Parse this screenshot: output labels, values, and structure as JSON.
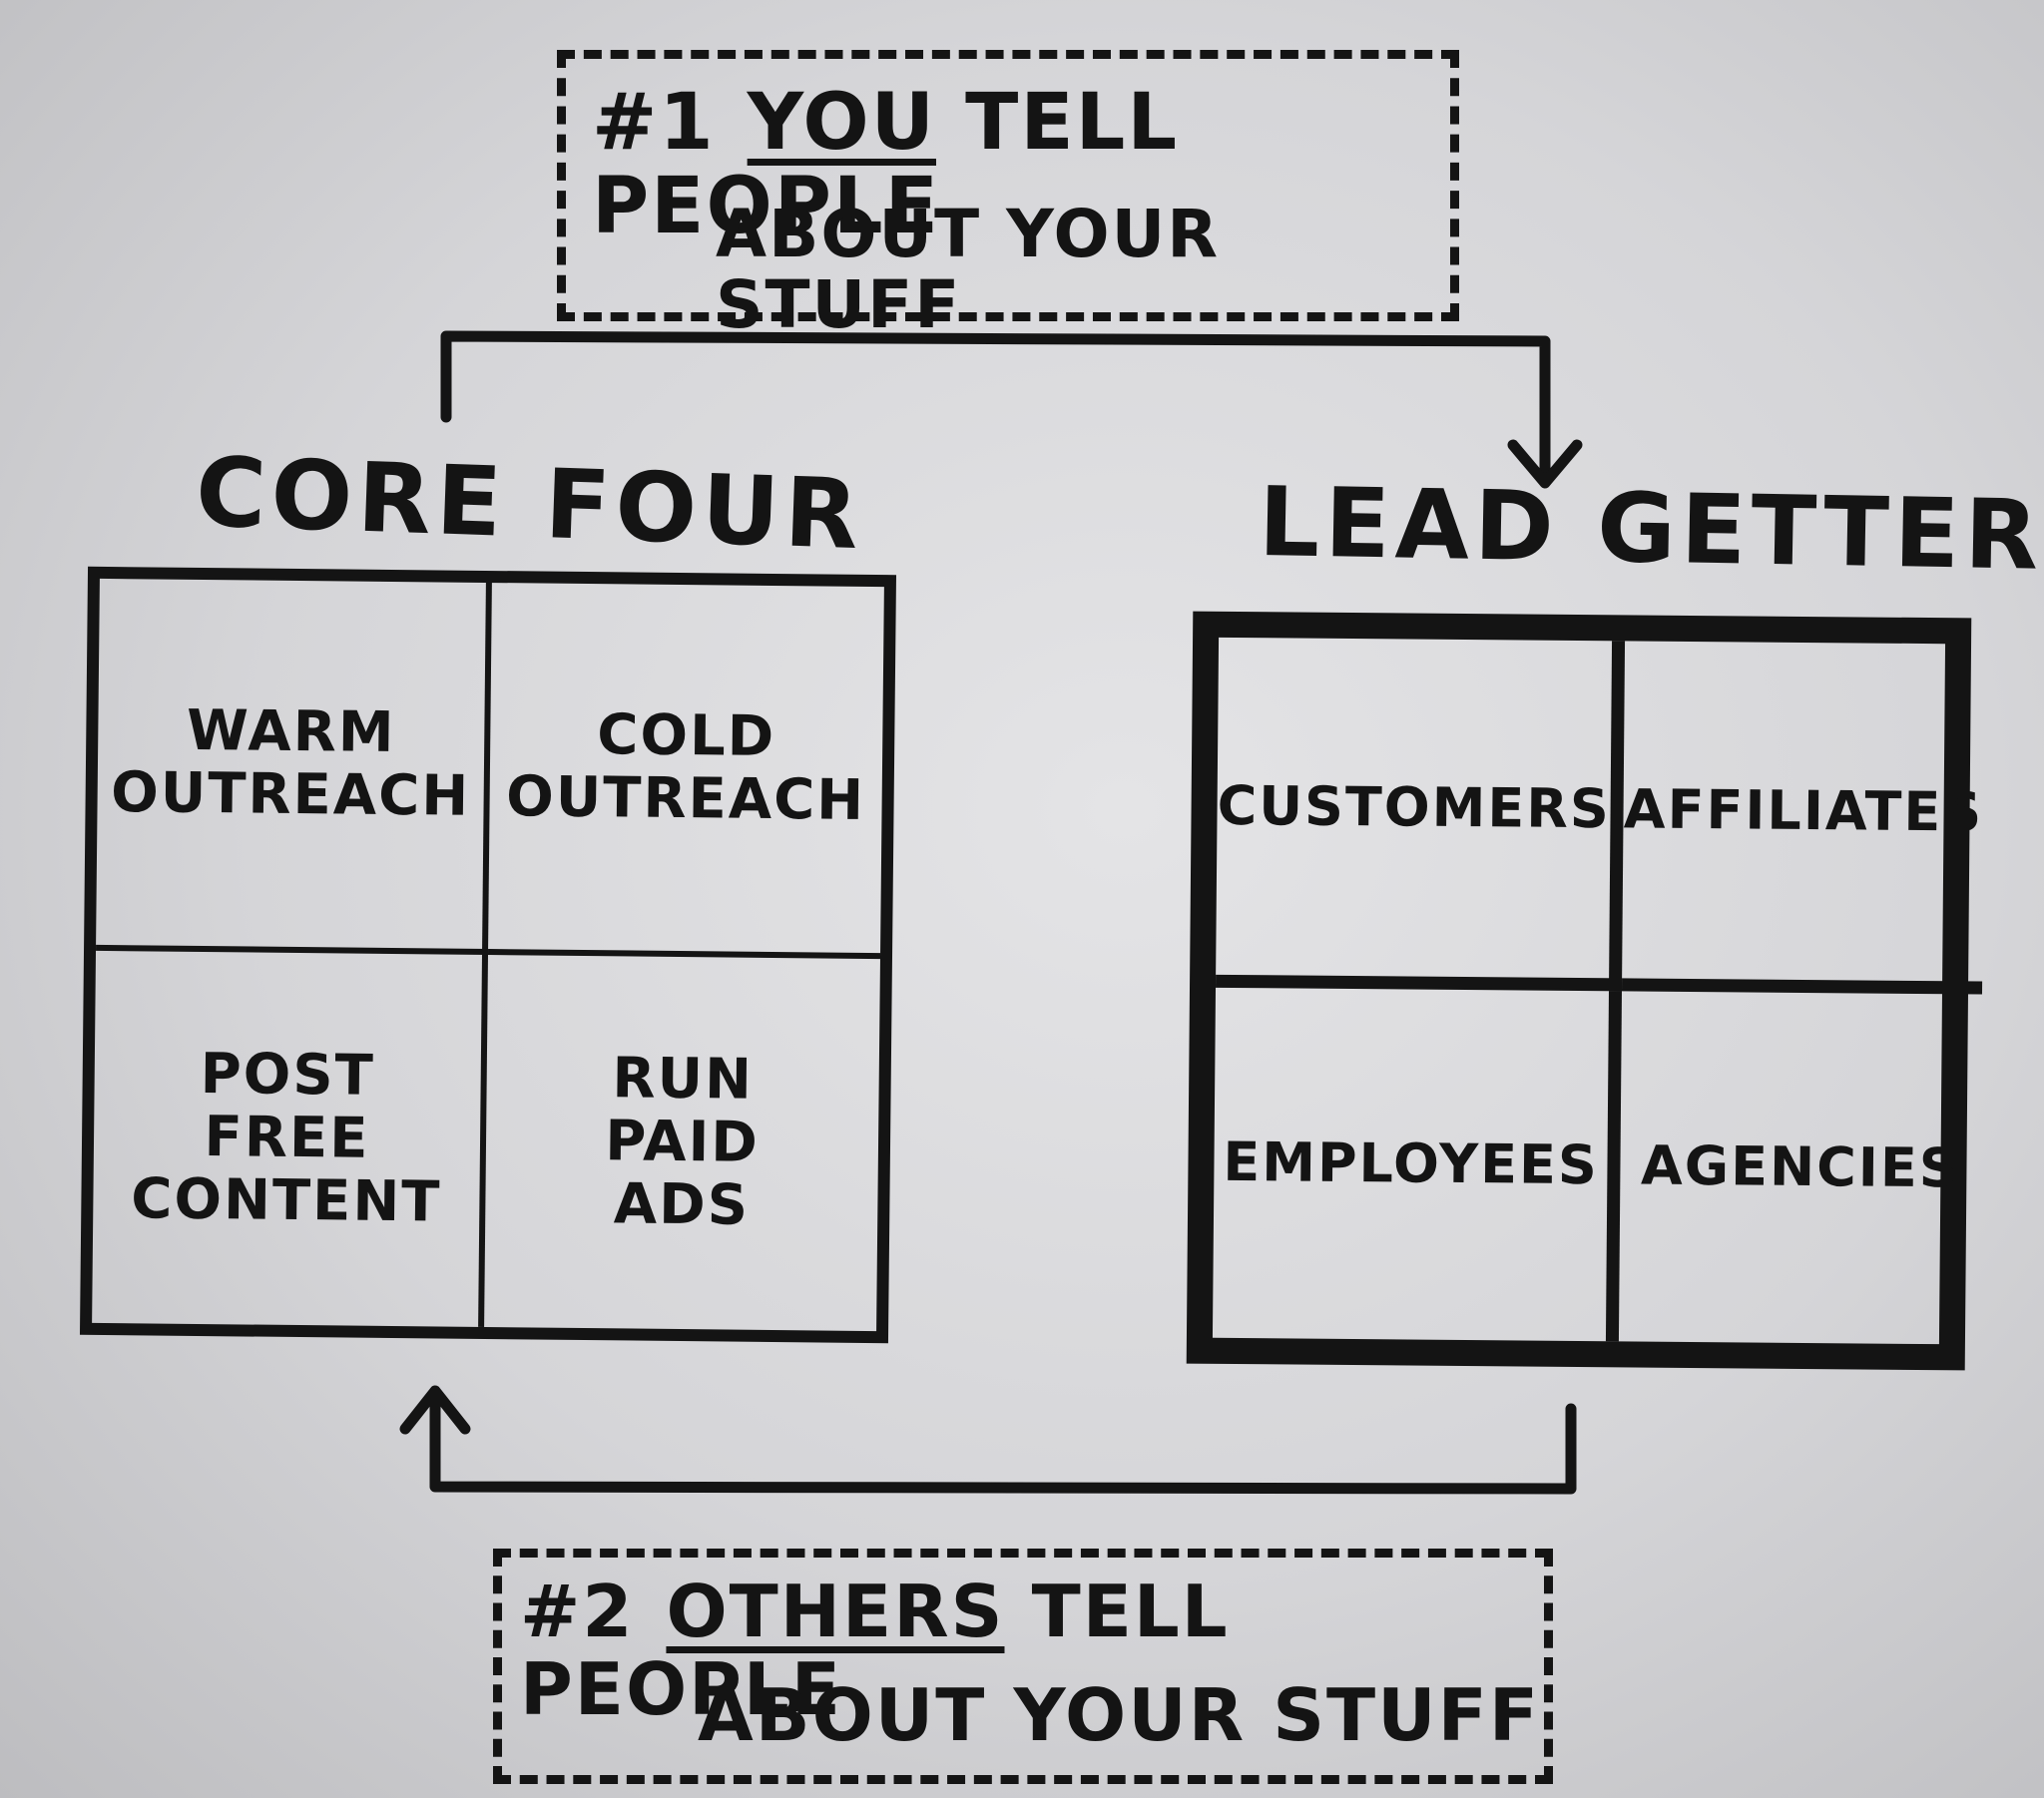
{
  "top_box": {
    "number": "#1",
    "subject": "You",
    "rest": "Tell People",
    "line2": "About Your Stuff"
  },
  "bottom_box": {
    "number": "#2",
    "subject": "Others",
    "rest": "Tell People",
    "line2": "About Your Stuff"
  },
  "core_four": {
    "title": "Core Four",
    "cells": [
      "Warm\nOutreach",
      "Cold\nOutreach",
      "Post\nFree\nContent",
      "Run\nPaid\nAds"
    ]
  },
  "lead_getters": {
    "title": "Lead Getters",
    "cells": [
      "Customers",
      "Affiliates",
      "Employees",
      "Agencies"
    ]
  }
}
